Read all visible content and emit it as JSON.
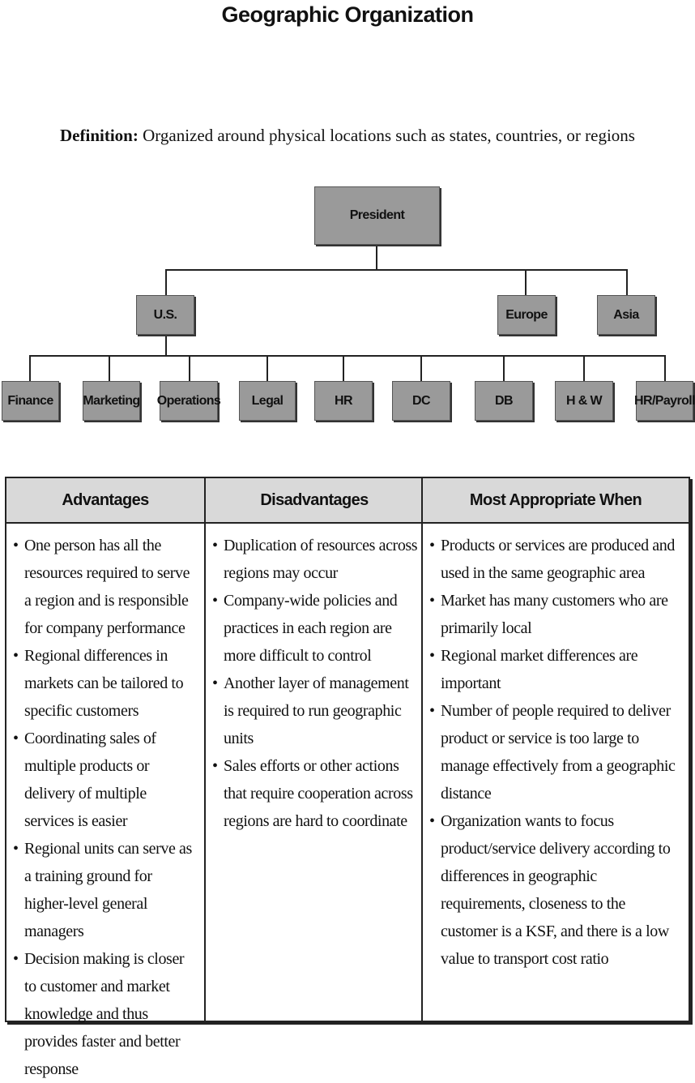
{
  "title": "Geographic Organization",
  "definition": {
    "label": "Definition:",
    "text": " Organized around physical locations such as states, countries, or regions"
  },
  "org_chart": {
    "root": "President",
    "regions": [
      "U.S.",
      "Europe",
      "Asia"
    ],
    "us_departments": [
      "Finance",
      "Marketing",
      "Operations",
      "Legal",
      "HR",
      "DC",
      "DB",
      "H & W",
      "HR/Payroll"
    ]
  },
  "table": {
    "columns": [
      {
        "header": "Advantages",
        "items": [
          "One person has all the resources required to serve a region and is responsible for company performance",
          "Regional differences in markets can be tailored to specific customers",
          "Coordinating sales of multiple products or delivery of multiple services is easier",
          "Regional units can serve as a training ground for higher-level general managers",
          "Decision making is closer to customer and market knowledge and thus provides faster and better response"
        ]
      },
      {
        "header": "Disadvantages",
        "items": [
          "Duplication of resources across regions may occur",
          "Company-wide policies and practices in each region are more difficult to control",
          "Another layer of management is required to run geographic units",
          "Sales efforts or other actions that require cooperation across regions are hard to coordinate"
        ]
      },
      {
        "header": "Most Appropriate When",
        "items": [
          "Products or services are produced and used in the same geographic area",
          "Market has many customers who are primarily local",
          "Regional market differences are important",
          "Number of people required to deliver product or service is too large to manage effectively from a geographic distance",
          "Organization wants to focus product/service delivery according to differences in geographic requirements, closeness to the customer is a KSF, and there is a low value to transport cost ratio"
        ]
      }
    ]
  }
}
